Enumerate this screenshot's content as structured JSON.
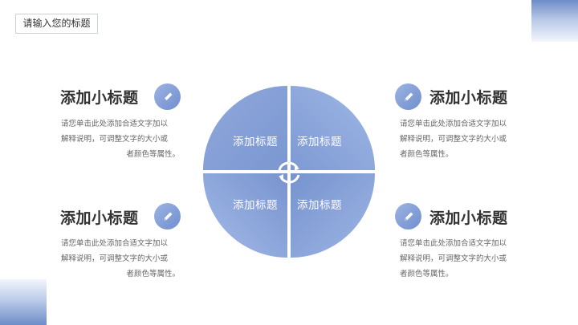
{
  "slide": {
    "title_placeholder": "请输入您的标题",
    "accent_color": "#7b97d1"
  },
  "blocks": [
    {
      "position": "top-left",
      "heading": "添加小标题",
      "icon": "pencil-icon",
      "desc_lines": [
        "请您单击此处添加合适文字加以",
        "解释说明，可调整文字的大小或",
        "者颜色等属性。"
      ]
    },
    {
      "position": "top-right",
      "heading": "添加小标题",
      "icon": "pencil-icon",
      "desc_lines": [
        "请您单击此处添加合适文字加以",
        "解释说明，可调整文字的大小或",
        "者颜色等属性。"
      ]
    },
    {
      "position": "bottom-left",
      "heading": "添加小标题",
      "icon": "pencil-icon",
      "desc_lines": [
        "请您单击此处添加合适文字加以",
        "解释说明，可调整文字的大小或",
        "者颜色等属性。"
      ]
    },
    {
      "position": "bottom-right",
      "heading": "添加小标题",
      "icon": "pencil-icon",
      "desc_lines": [
        "请您单击此处添加合适文字加以",
        "解释说明，可调整文字的大小或",
        "者颜色等属性。"
      ]
    }
  ],
  "pie": {
    "quadrants": [
      {
        "position": "top-left",
        "label": "添加标题"
      },
      {
        "position": "top-right",
        "label": "添加标题"
      },
      {
        "position": "bottom-left",
        "label": "添加标题"
      },
      {
        "position": "bottom-right",
        "label": "添加标题"
      }
    ],
    "center_icon": "cycle-arrows-icon"
  }
}
